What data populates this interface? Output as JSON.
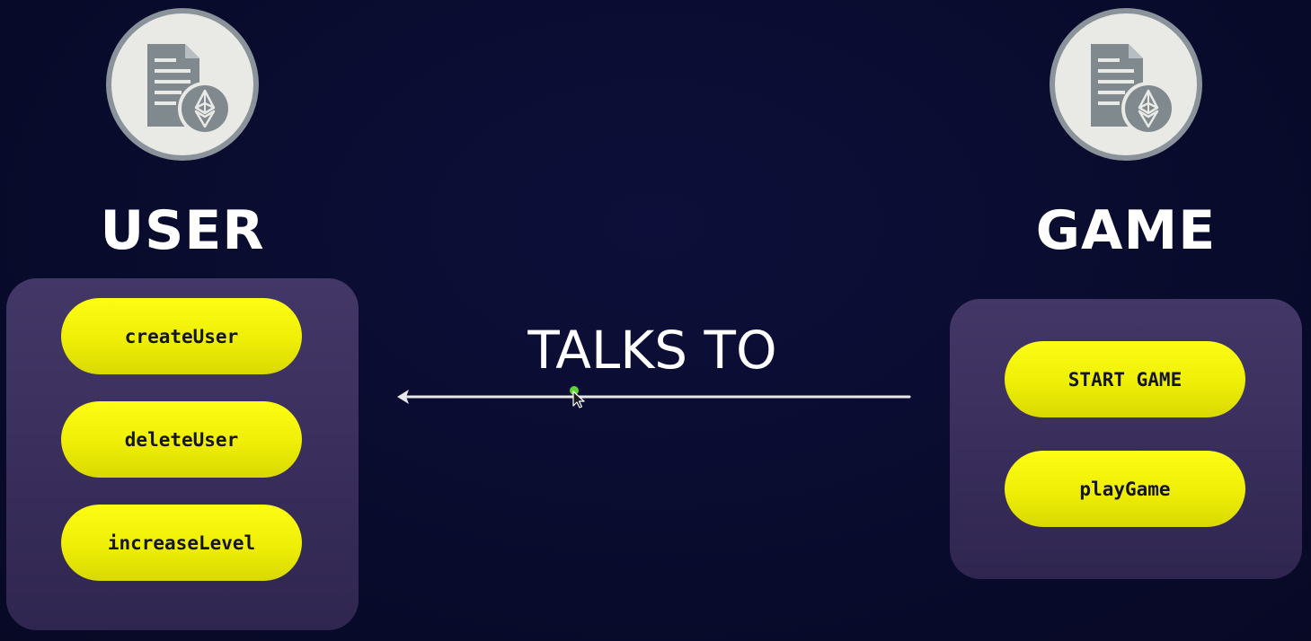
{
  "diagram": {
    "contracts": [
      {
        "title": "USER",
        "icon": "ethereum-contract-document-icon",
        "functions": [
          "createUser",
          "deleteUser",
          "increaseLevel"
        ]
      },
      {
        "title": "GAME",
        "icon": "ethereum-contract-document-icon",
        "functions": [
          "START GAME",
          "playGame"
        ]
      }
    ],
    "relation": {
      "label": "TALKS TO",
      "direction": "GAME to USER"
    }
  },
  "colors": {
    "background": "#0a0c30",
    "panel": "#3d3262",
    "pill": "#f0f00a",
    "pill_text": "#15152a",
    "text": "#ffffff",
    "arrow": "#e8e8e8",
    "cursor_dot": "#5fd13a"
  }
}
